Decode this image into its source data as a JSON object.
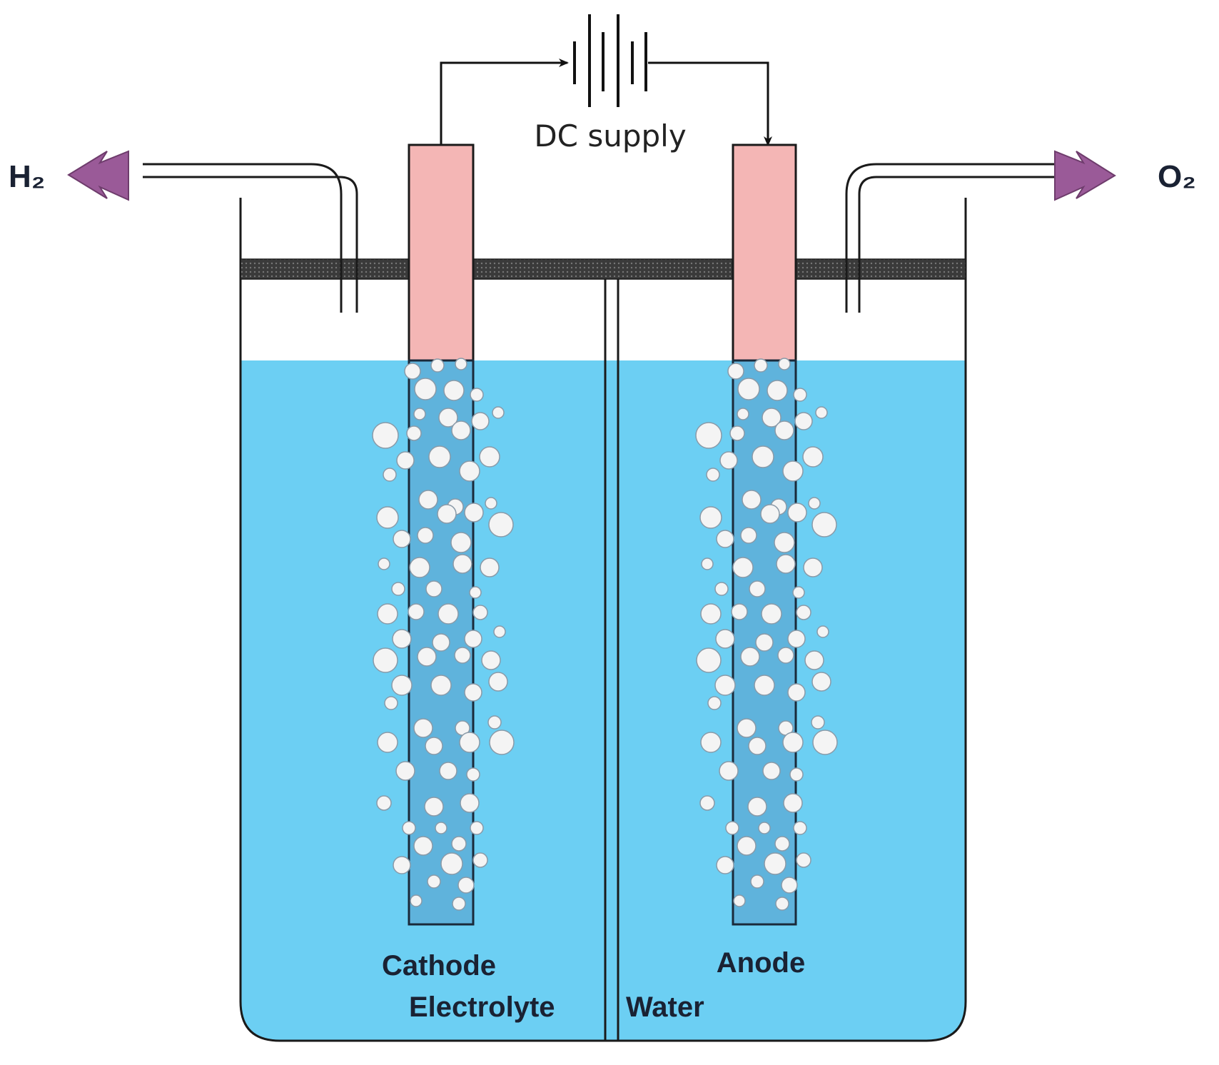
{
  "labels": {
    "dc_supply": "DC supply",
    "hydrogen": "H₂",
    "oxygen": "O₂",
    "cathode": "Cathode",
    "anode": "Anode",
    "electrolyte_word": "Electrolyte",
    "water_word": "Water"
  },
  "colors": {
    "electrolyte": "#6ccff3",
    "electrode": "#f4b6b5",
    "electrode_submerged": "#5fb3dc",
    "gas_arrow": "#9a5a98",
    "lid": "#333333",
    "bubble_fill": "#f4f4f4",
    "bubble_stroke": "#8a9aa8"
  },
  "icons": [
    "battery-symbol-icon",
    "gas-outlet-arrow-icon",
    "gas-bubble-icon"
  ]
}
